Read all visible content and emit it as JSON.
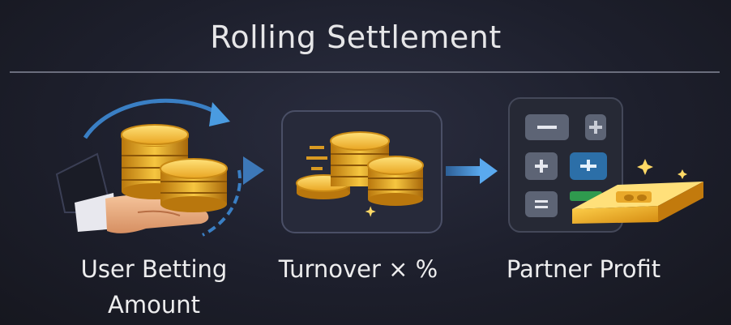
{
  "title": "Rolling Settlement",
  "steps": [
    {
      "label_line1": "User Betting",
      "label_line2": "Amount",
      "icon": "hand-with-coins-icon"
    },
    {
      "label_line1": "Turnover × %",
      "icon": "coin-stacks-panel-icon"
    },
    {
      "label_line1": "Partner Profit",
      "icon": "calculator-with-gold-icon"
    }
  ],
  "colors": {
    "background": "#1d1f2c",
    "arrow": "#4a9be0",
    "gold": "#f2b632",
    "divider": "#6b6e7d"
  }
}
